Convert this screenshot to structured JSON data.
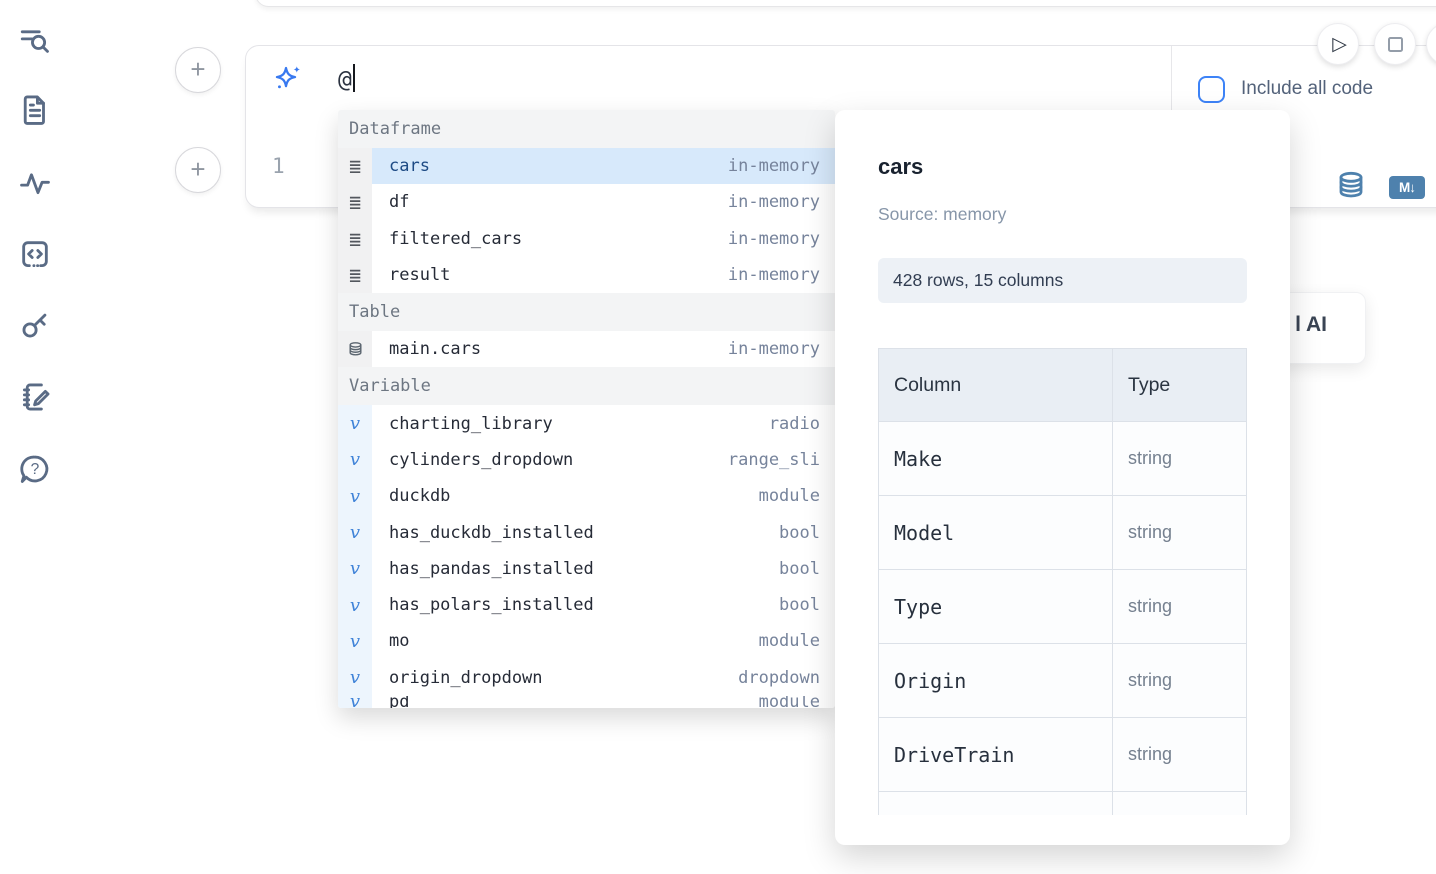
{
  "sidebar": {
    "icons": [
      "search-toc-icon",
      "document-icon",
      "activity-icon",
      "code-snippet-icon",
      "key-icon",
      "notebook-edit-icon",
      "help-chat-icon"
    ]
  },
  "run_controls": {
    "play": "run-button",
    "stop": "stop-button"
  },
  "include_code_checkbox": {
    "label": "Include all code",
    "checked": false
  },
  "ai_prompt": {
    "value": "@"
  },
  "cell": {
    "line_number": "1"
  },
  "ai_card": {
    "visible_label": "l AI"
  },
  "completion": {
    "sections": [
      {
        "label": "Dataframe",
        "icon": "rows",
        "items": [
          {
            "name": "cars",
            "type": "in-memory",
            "selected": true
          },
          {
            "name": "df",
            "type": "in-memory"
          },
          {
            "name": "filtered_cars",
            "type": "in-memory"
          },
          {
            "name": "result",
            "type": "in-memory"
          }
        ]
      },
      {
        "label": "Table",
        "icon": "database",
        "items": [
          {
            "name": "main.cars",
            "type": "in-memory"
          }
        ]
      },
      {
        "label": "Variable",
        "icon": "variable",
        "items": [
          {
            "name": "charting_library",
            "type": "radio"
          },
          {
            "name": "cylinders_dropdown",
            "type": "range_sli"
          },
          {
            "name": "duckdb",
            "type": "module"
          },
          {
            "name": "has_duckdb_installed",
            "type": "bool"
          },
          {
            "name": "has_pandas_installed",
            "type": "bool"
          },
          {
            "name": "has_polars_installed",
            "type": "bool"
          },
          {
            "name": "mo",
            "type": "module"
          },
          {
            "name": "origin_dropdown",
            "type": "dropdown"
          },
          {
            "name": "pd",
            "type": "module",
            "partial": true
          }
        ]
      }
    ]
  },
  "preview_panel": {
    "title": "cars",
    "source": "Source: memory",
    "badge": "428 rows, 15 columns",
    "table": {
      "headers": [
        "Column",
        "Type"
      ],
      "rows": [
        [
          "Make",
          "string"
        ],
        [
          "Model",
          "string"
        ],
        [
          "Type",
          "string"
        ],
        [
          "Origin",
          "string"
        ],
        [
          "DriveTrain",
          "string"
        ]
      ]
    }
  },
  "colors": {
    "accent_blue": "#3b82f6",
    "steel_blue": "#4e81ad",
    "selected_row": "#d7e9fb"
  }
}
